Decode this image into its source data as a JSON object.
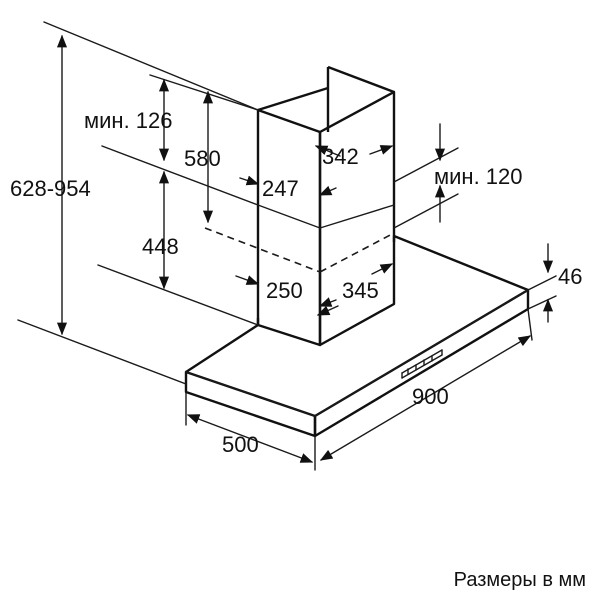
{
  "labels": {
    "overall_height": "628-954",
    "min_126": "мин. 126",
    "d580": "580",
    "d448": "448",
    "d342": "342",
    "d247": "247",
    "min_120": "мин. 120",
    "d250": "250",
    "d345": "345",
    "d46": "46",
    "d900": "900",
    "d500": "500"
  },
  "caption": "Размеры в мм"
}
